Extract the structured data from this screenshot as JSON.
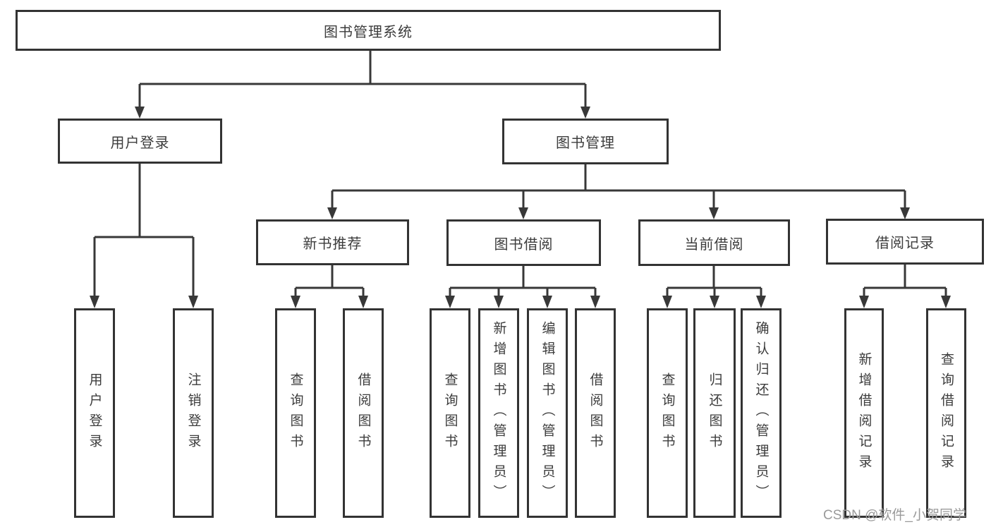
{
  "root": {
    "label": "图书管理系统"
  },
  "user_login": {
    "label": "用户登录",
    "children": [
      "用户登录",
      "注销登录"
    ]
  },
  "book_mgmt": {
    "label": "图书管理"
  },
  "new_book_rec": {
    "label": "新书推荐",
    "children": [
      "查询图书",
      "借阅图书"
    ]
  },
  "book_borrow": {
    "label": "图书借阅",
    "children": [
      "查询图书",
      "新增图书（管理员）",
      "编辑图书（管理员）",
      "借阅图书"
    ]
  },
  "current_borrow": {
    "label": "当前借阅",
    "children": [
      "查询图书",
      "归还图书",
      "确认归还（管理员）"
    ]
  },
  "borrow_record": {
    "label": "借阅记录",
    "children": [
      "新增借阅记录",
      "查询借阅记录"
    ]
  },
  "watermark": "CSDN @软件_小贺同学",
  "colors": {
    "line": "#383838",
    "box_border": "#333333",
    "text": "#3c3c3c",
    "watermark": "#9a9a9a",
    "background": "#ffffff"
  }
}
